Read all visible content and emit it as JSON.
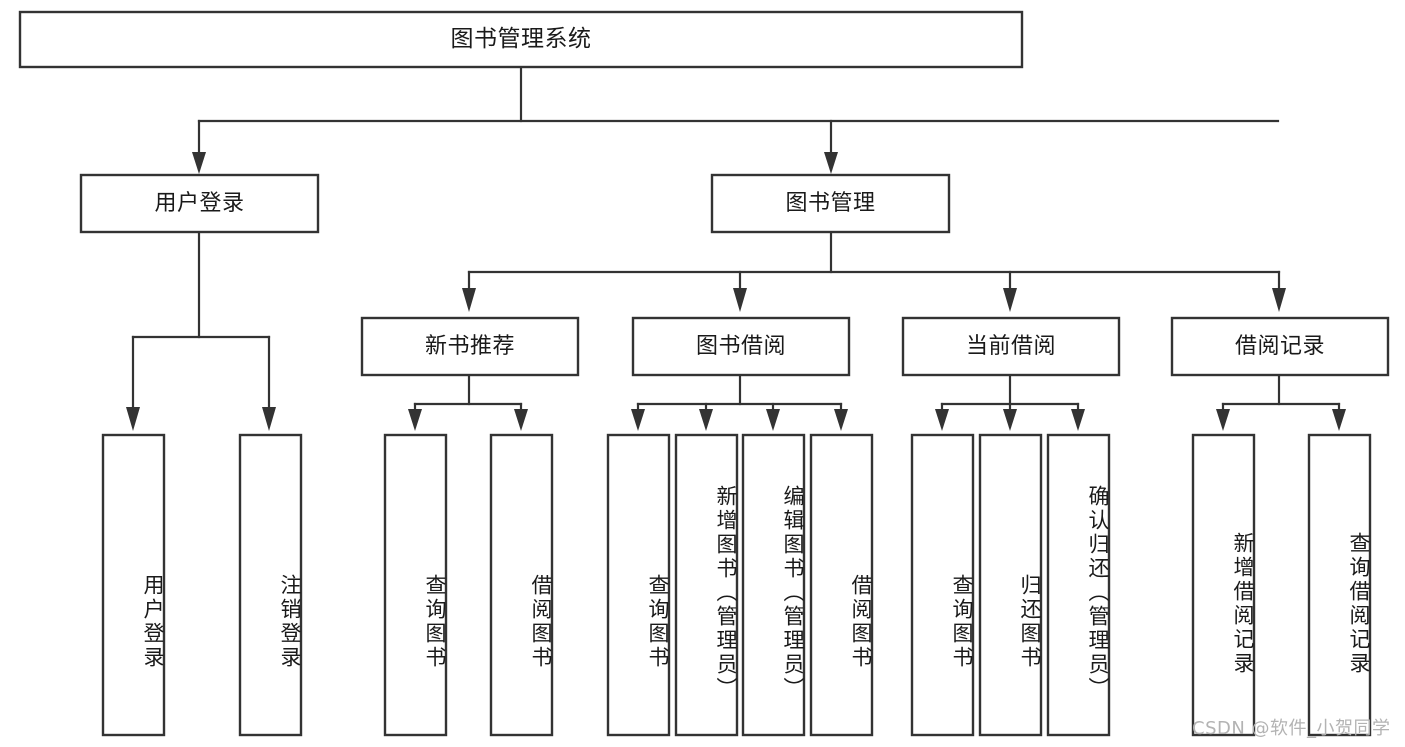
{
  "diagram": {
    "title": "图书管理系统",
    "type": "tree",
    "orientation": "top-down",
    "colors": {
      "box_stroke": "#333333",
      "box_fill": "#ffffff",
      "connector": "#333333",
      "text": "#1a1a1a",
      "background": "#ffffff",
      "watermark": "#b3b3b3"
    },
    "root": {
      "label": "图书管理系统"
    },
    "level2": [
      {
        "label": "用户登录"
      },
      {
        "label": "图书管理"
      }
    ],
    "level3": [
      {
        "label": "新书推荐"
      },
      {
        "label": "图书借阅"
      },
      {
        "label": "当前借阅"
      },
      {
        "label": "借阅记录"
      }
    ],
    "leaves": {
      "user_login": [
        {
          "label": "用户登录"
        },
        {
          "label": "注销登录"
        }
      ],
      "new_book_recommend": [
        {
          "label": "查询图书"
        },
        {
          "label": "借阅图书"
        }
      ],
      "book_borrow": [
        {
          "label": "查询图书"
        },
        {
          "label": "新增图书（管理员）"
        },
        {
          "label": "编辑图书（管理员）"
        },
        {
          "label": "借阅图书"
        }
      ],
      "current_borrow": [
        {
          "label": "查询图书"
        },
        {
          "label": "归还图书"
        },
        {
          "label": "确认归还（管理员）"
        }
      ],
      "borrow_record": [
        {
          "label": "新增借阅记录"
        },
        {
          "label": "查询借阅记录"
        }
      ]
    }
  },
  "watermark": {
    "text": "CSDN @软件_小贺同学"
  }
}
